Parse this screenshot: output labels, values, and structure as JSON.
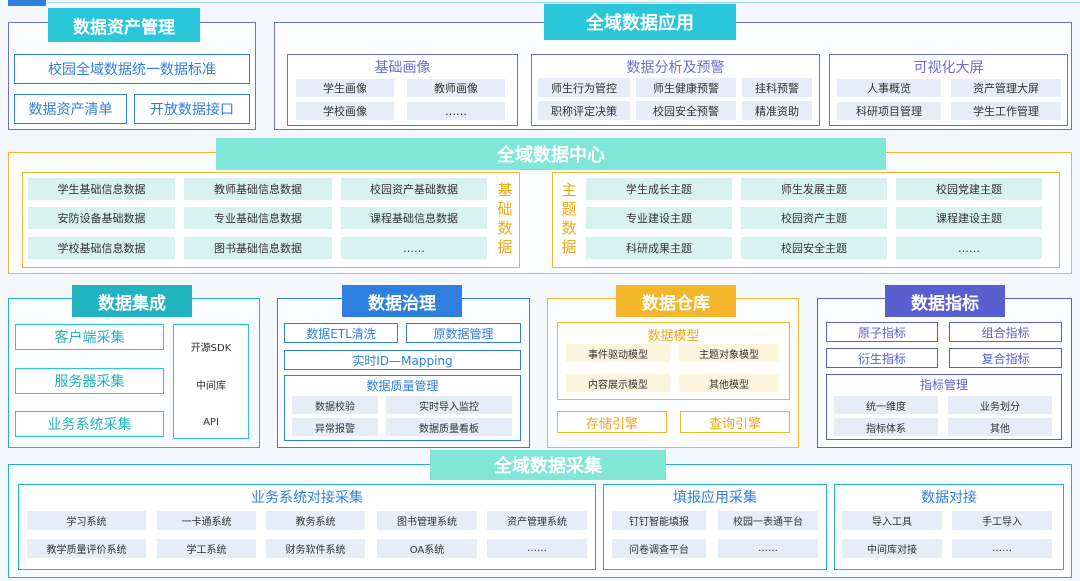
{
  "asset_mgmt": {
    "title": "数据资产管理",
    "standard": "校园全域数据统一数据标准",
    "inventory": "数据资产清单",
    "open_api": "开放数据接口"
  },
  "app": {
    "title": "全域数据应用",
    "portrait": {
      "title": "基础画像",
      "items": [
        "学生画像",
        "教师画像",
        "学校画像",
        "……"
      ]
    },
    "analysis": {
      "title": "数据分析及预警",
      "items": [
        "师生行为管控",
        "师生健康预警",
        "挂科预警",
        "职称评定决策",
        "校园安全预警",
        "精准资助"
      ]
    },
    "screen": {
      "title": "可视化大屏",
      "items": [
        "人事概览",
        "资产管理大屏",
        "科研项目管理",
        "学生工作管理"
      ]
    }
  },
  "center": {
    "title": "全域数据中心",
    "basic_label": "基础数据",
    "basic_items": [
      "学生基础信息数据",
      "教师基础信息数据",
      "校园资产基础数据",
      "安防设备基础数据",
      "专业基础信息数据",
      "课程基础信息数据",
      "学校基础信息数据",
      "图书基础信息数据",
      "……"
    ],
    "topic_label": "主题数据",
    "topic_items": [
      "学生成长主题",
      "师生发展主题",
      "校园党建主题",
      "专业建设主题",
      "校园资产主题",
      "课程建设主题",
      "科研成果主题",
      "校园安全主题",
      "……"
    ]
  },
  "integration": {
    "title": "数据集成",
    "collect": [
      "客户端采集",
      "服务器采集",
      "业务系统采集"
    ],
    "tools": [
      "开源SDK",
      "中间库",
      "API"
    ]
  },
  "governance": {
    "title": "数据治理",
    "etl": "数据ETL清洗",
    "meta": "原数据管理",
    "mapping": "实时ID—Mapping",
    "quality_title": "数据质量管理",
    "quality_items": [
      "数据校验",
      "实时导入监控",
      "异常报警",
      "数据质量看板"
    ]
  },
  "warehouse": {
    "title": "数据仓库",
    "model_title": "数据模型",
    "models": [
      "事件驱动模型",
      "主题对象模型",
      "内容展示模型",
      "其他模型"
    ],
    "storage": "存储引擎",
    "query": "查询引擎"
  },
  "indicator": {
    "title": "数据指标",
    "atomic": "原子指标",
    "composite": "组合指标",
    "derived": "衍生指标",
    "complex": "复合指标",
    "mgmt_title": "指标管理",
    "mgmt_items": [
      "统一维度",
      "业务划分",
      "指标体系",
      "其他"
    ]
  },
  "collection": {
    "title": "全域数据采集",
    "biz": {
      "title": "业务系统对接采集",
      "items": [
        "学习系统",
        "一卡通系统",
        "教务系统",
        "图书管理系统",
        "资产管理系统",
        "教学质量评价系统",
        "学工系统",
        "财务软件系统",
        "OA系统",
        "……"
      ]
    },
    "fill": {
      "title": "填报应用采集",
      "items": [
        "钉钉智能填报",
        "校园一表通平台",
        "问卷调查平台",
        "……"
      ]
    },
    "dock": {
      "title": "数据对接",
      "items": [
        "导入工具",
        "手工导入",
        "中间库对接",
        "……"
      ]
    }
  },
  "colors": {
    "purple": "#6b6fd8",
    "cyan": "#29c7d9",
    "mint": "#7fe6d8",
    "orange": "#f3b62a",
    "blue": "#2f7fe0",
    "indigo": "#5a5fd0",
    "teal": "#21b3bf"
  }
}
